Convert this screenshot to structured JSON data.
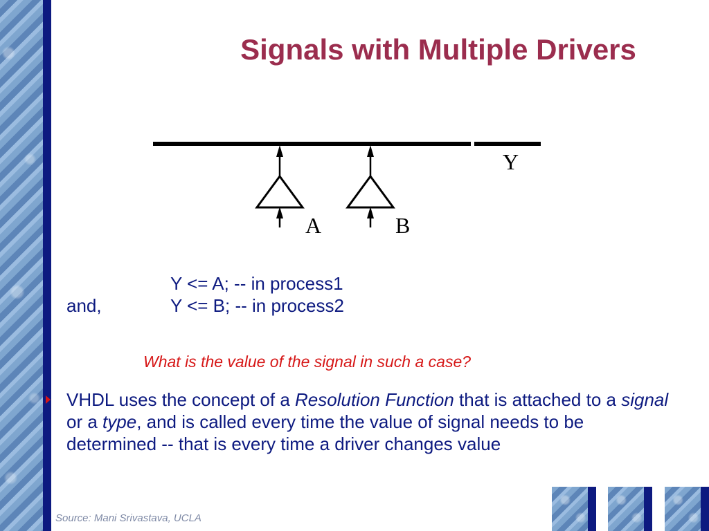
{
  "slide": {
    "title": "Signals with Multiple Drivers",
    "diagram": {
      "output_label": "Y",
      "driver_a_label": "A",
      "driver_b_label": "B"
    },
    "code": {
      "line1": "Y <= A; -- in process1",
      "and_label": "and,",
      "line2": "Y <= B; -- in process2"
    },
    "question": "What is the value of the signal in such a case?",
    "bullet": {
      "t1": "VHDL uses the concept of a ",
      "em1": "Resolution Function",
      "t2": " that is attached to a ",
      "em2": "signal",
      "t3": " or a ",
      "em3": "type",
      "t4": ", and is called every time the value of signal needs to be determined -- that is every time a driver changes value"
    },
    "source": "Source: Mani Srivastava, UCLA"
  },
  "colors": {
    "title": "#9b2d4e",
    "body": "#0d1a80",
    "highlight": "#d61616",
    "source": "#7f8aa6"
  }
}
